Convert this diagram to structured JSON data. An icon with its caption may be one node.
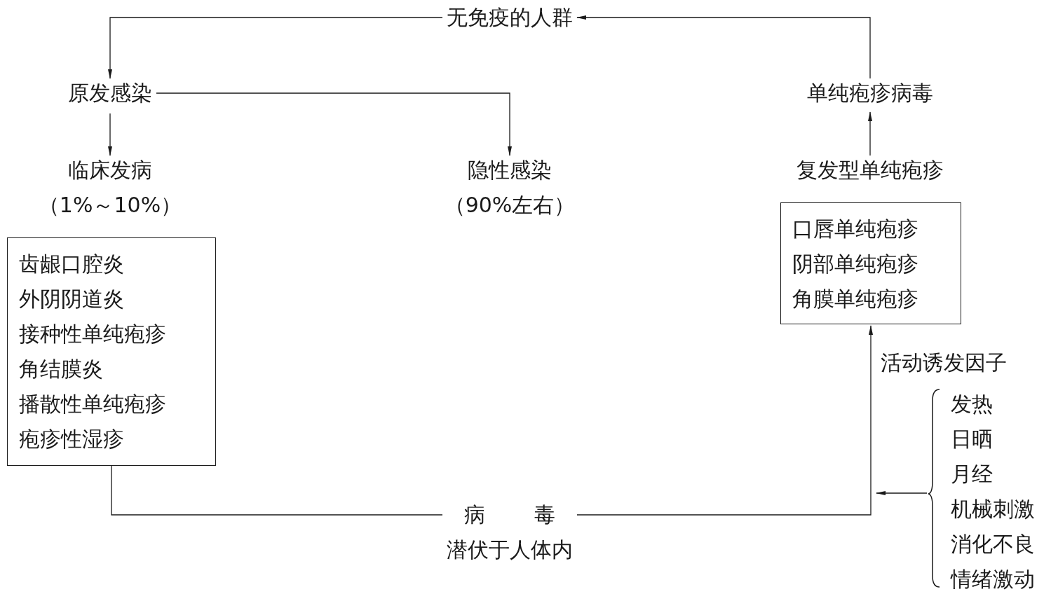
{
  "diagram": {
    "nodes": [
      {
        "text": [
          "无免疫的人群"
        ]
      },
      {
        "text": [
          "原发感染"
        ]
      },
      {
        "text": [
          "临床发病",
          "（1%～10%）"
        ]
      },
      {
        "text": [
          "隐性感染",
          "（90%左右）"
        ]
      },
      {
        "text": [
          "齿龈口腔炎",
          "外阴阴道炎",
          "接种性单纯疱疹",
          "角结膜炎",
          "播散性单纯疱疹",
          "疱疹性湿疹"
        ]
      },
      {
        "text": [
          "病 毒",
          "潜伏于人体内"
        ]
      },
      {
        "text": [
          "复发型单纯疱疹"
        ]
      },
      {
        "text": [
          "口唇单纯疱疹",
          "阴部单纯疱疹",
          "角膜单纯疱疹"
        ]
      },
      {
        "text": [
          "单纯疱疹病毒"
        ]
      },
      {
        "text": [
          "发热",
          "日晒",
          "月经",
          "机械刺激",
          "消化不良",
          "情绪激动"
        ]
      }
    ],
    "edges": [
      {
        "from": 8,
        "to": 0,
        "arrow": "to"
      },
      {
        "from": 0,
        "to": 1,
        "arrow": "to"
      },
      {
        "from": 1,
        "to": 2,
        "arrow": "to"
      },
      {
        "from": 1,
        "to": 3,
        "arrow": "to"
      },
      {
        "from": 4,
        "to": 5,
        "arrow": "none"
      },
      {
        "from": 5,
        "to": 7,
        "arrow": "to",
        "label": "活动诱发因子"
      },
      {
        "from": 6,
        "to": 8,
        "arrow": "to"
      },
      {
        "from": 9,
        "to": null,
        "arrow": "to"
      }
    ]
  }
}
